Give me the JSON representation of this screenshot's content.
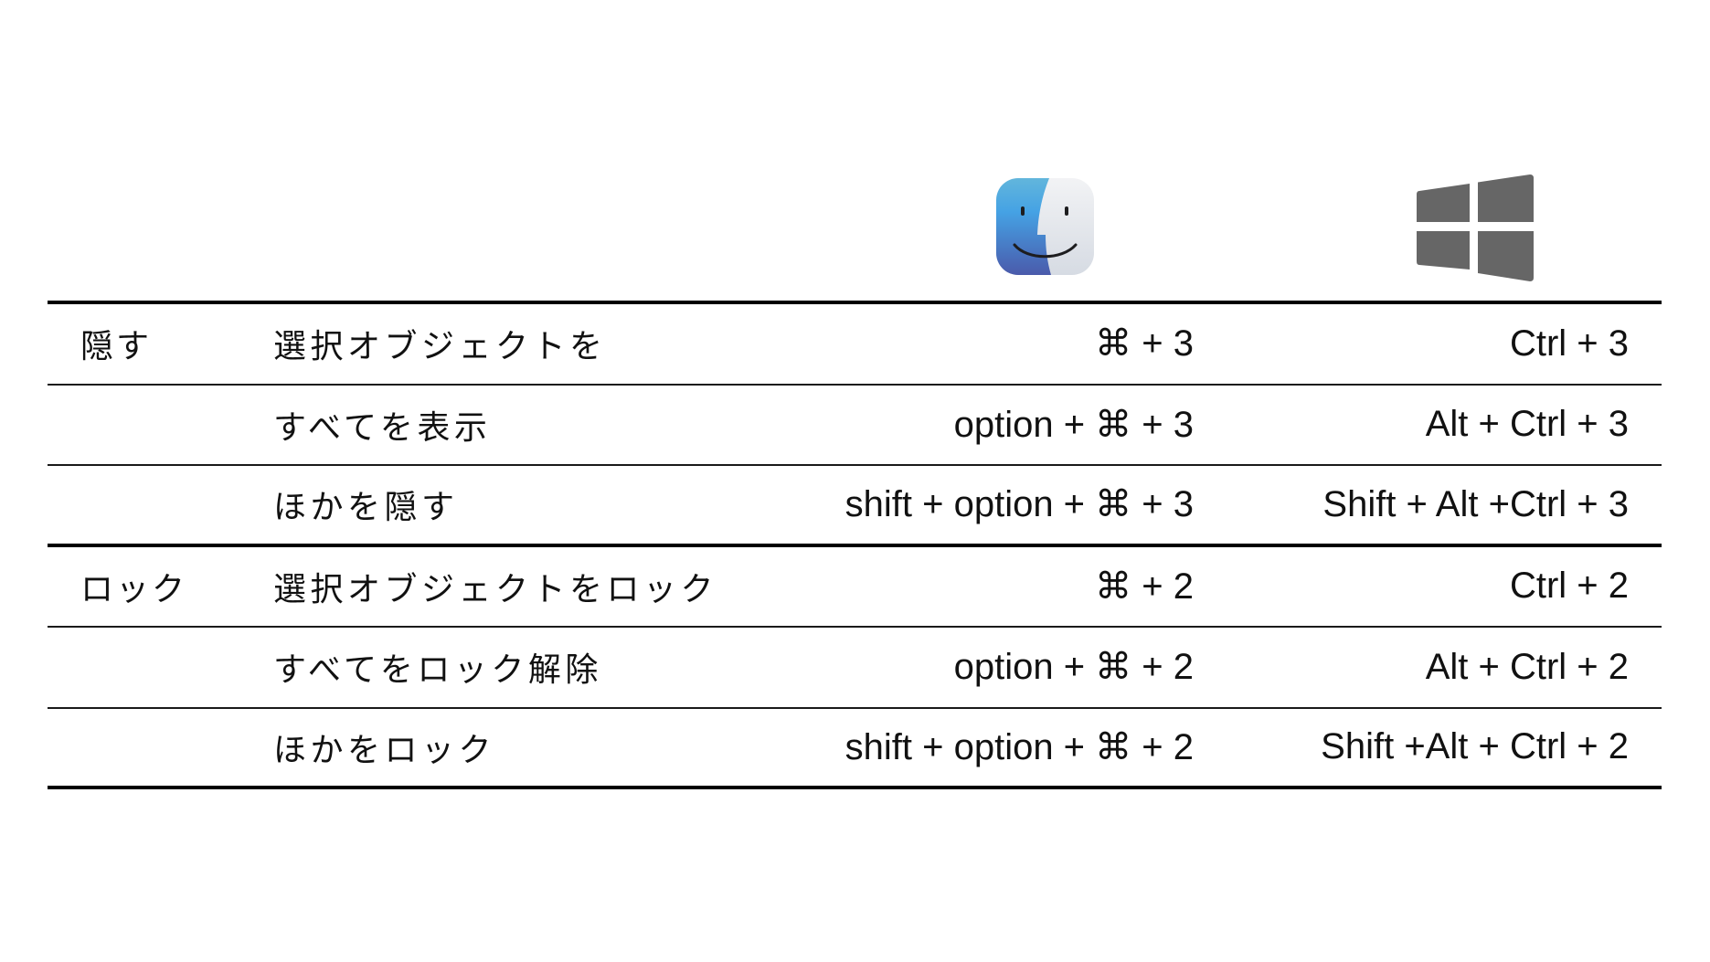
{
  "header": {
    "mac_icon": "finder-icon",
    "windows_icon": "windows-logo-icon",
    "colors": {
      "finder_left_top": "#5ab0e0",
      "finder_left_bottom": "#4a5fb0",
      "finder_right": "#e4e7ec",
      "windows_logo": "#666666",
      "rule": "#000000"
    }
  },
  "groups": [
    {
      "category": "隠す",
      "rows": [
        {
          "action": "選択オブジェクトを",
          "mac": "⌘ + 3",
          "windows": "Ctrl + 3"
        },
        {
          "action": "すべてを表示",
          "mac": "option + ⌘ + 3",
          "windows": "Alt + Ctrl + 3"
        },
        {
          "action": "ほかを隠す",
          "mac": "shift + option + ⌘ + 3",
          "windows": "Shift + Alt +Ctrl + 3"
        }
      ]
    },
    {
      "category": "ロック",
      "rows": [
        {
          "action": "選択オブジェクトをロック",
          "mac": "⌘ + 2",
          "windows": "Ctrl + 2"
        },
        {
          "action": "すべてをロック解除",
          "mac": "option + ⌘ + 2",
          "windows": "Alt + Ctrl + 2"
        },
        {
          "action": "ほかをロック",
          "mac": "shift + option + ⌘ + 2",
          "windows": "Shift +Alt + Ctrl + 2"
        }
      ]
    }
  ]
}
